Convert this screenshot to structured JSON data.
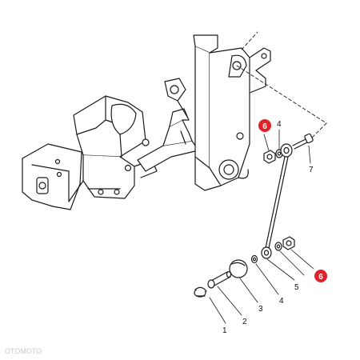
{
  "diagram": {
    "callouts": {
      "p1": "1",
      "p2": "2",
      "p3": "3",
      "p4_upper": "4",
      "p4_lower": "4",
      "p5": "5",
      "p7": "7"
    },
    "highlighted_callouts": {
      "p6_upper": "6",
      "p6_lower": "6"
    },
    "badge_color": "#e0232b",
    "line_color": "#1a1a1a"
  },
  "watermark": "OTOMOTO"
}
